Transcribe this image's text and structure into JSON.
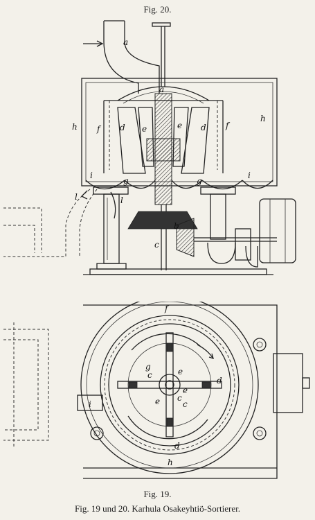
{
  "fig20_label": "Fig. 20.",
  "fig19_label": "Fig. 19.",
  "caption": "Fig. 19 und 20. Karhula Osakeyhtiö-Sortierer.",
  "fig20_letters": [
    "a",
    "a",
    "f",
    "f",
    "h",
    "h",
    "d",
    "d",
    "e",
    "e",
    "i",
    "i",
    "g",
    "g",
    "b",
    "c",
    "l",
    "l"
  ],
  "fig19_letters": [
    "f",
    "g",
    "c",
    "e",
    "d",
    "e",
    "c",
    "c",
    "e",
    "i",
    "d",
    "h"
  ]
}
